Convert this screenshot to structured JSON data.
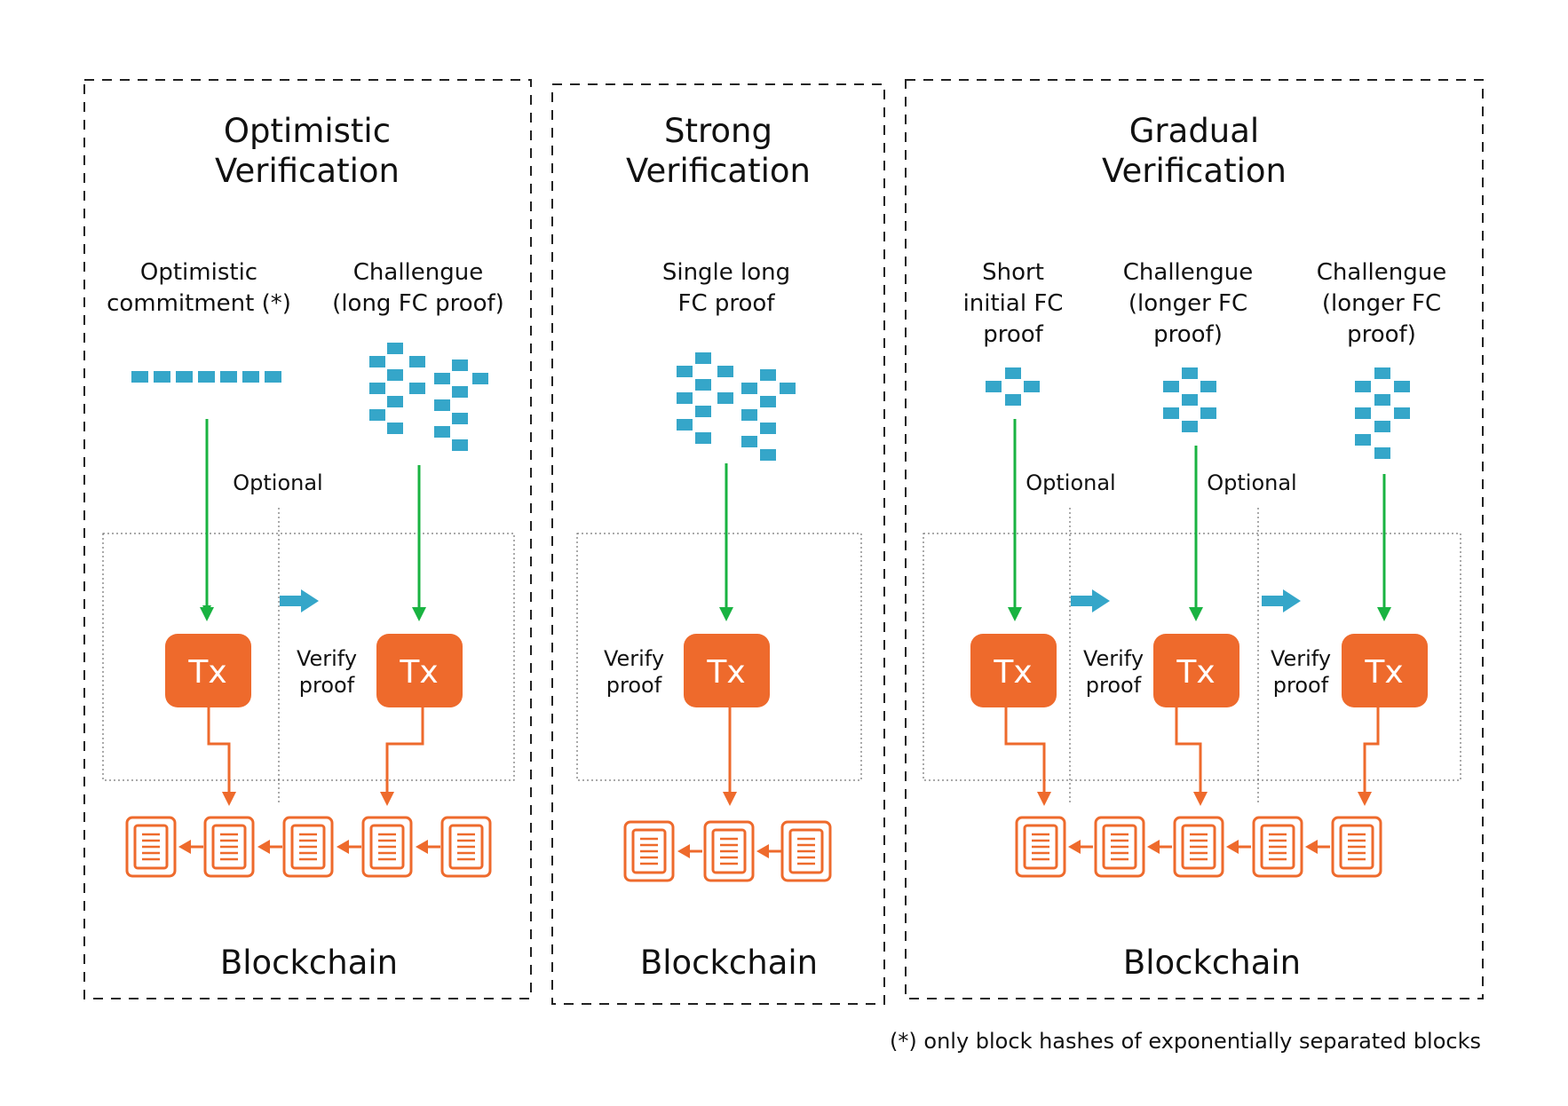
{
  "panels": [
    {
      "title_line1": "Optimistic",
      "title_line2": "Verification",
      "sources": [
        {
          "line1": "Optimistic",
          "line2": "commitment (*)"
        },
        {
          "line1": "Challengue",
          "line2": "(long FC proof)"
        }
      ],
      "optional_labels": [
        "Optional"
      ],
      "verify_labels": [
        {
          "line1": "Verify",
          "line2": "proof"
        }
      ],
      "tx_labels": [
        "Tx",
        "Tx"
      ],
      "blockchain_label": "Blockchain"
    },
    {
      "title_line1": "Strong",
      "title_line2": "Verification",
      "sources": [
        {
          "line1": "Single long",
          "line2": "FC proof"
        }
      ],
      "verify_labels": [
        {
          "line1": "Verify",
          "line2": "proof"
        }
      ],
      "tx_labels": [
        "Tx"
      ],
      "blockchain_label": "Blockchain"
    },
    {
      "title_line1": "Gradual",
      "title_line2": "Verification",
      "sources": [
        {
          "line1": "Short",
          "line2": "initial FC",
          "line3": "proof"
        },
        {
          "line1": "Challengue",
          "line2": "(longer FC",
          "line3": "proof)"
        },
        {
          "line1": "Challengue",
          "line2": "(longer FC",
          "line3": "proof)"
        }
      ],
      "optional_labels": [
        "Optional",
        "Optional"
      ],
      "verify_labels": [
        {
          "line1": "Verify",
          "line2": "proof"
        },
        {
          "line1": "Verify",
          "line2": "proof"
        }
      ],
      "tx_labels": [
        "Tx",
        "Tx",
        "Tx"
      ],
      "blockchain_label": "Blockchain"
    }
  ],
  "footnote": "(*) only block hashes of exponentially separated blocks",
  "colors": {
    "tx_orange": "#EE6A2C",
    "arrow_green": "#19B341",
    "proof_blue": "#35A6C9"
  },
  "icons": [
    "block-icon",
    "proof-blocks-icon",
    "dashed-line-icon"
  ]
}
